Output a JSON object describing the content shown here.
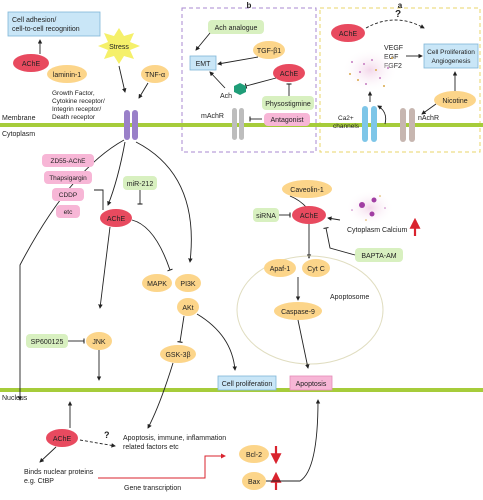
{
  "panels": {
    "b": "b",
    "a": "a"
  },
  "membrane": {
    "label": "Membrane",
    "cytoplasm": "Cytoplasm",
    "nucleus": "Nucleus"
  },
  "top_left": {
    "cell_adhesion": [
      "Cell adhesion/",
      "cell-to-cell recognition"
    ],
    "ache": "AChE",
    "laminin": "laminin-1",
    "stress": "Stress",
    "tnf": "TNF-α",
    "receptor_label": [
      "Growth Factor,",
      "Cytokine receptor/",
      "Integrin receptor/",
      "Death receptor"
    ]
  },
  "panel_b": {
    "ach_analogue": "Ach analogue",
    "tgf": "TGF-β1",
    "ache": "AChE",
    "emt": "EMT",
    "ach": "Ach",
    "physostigmine": "Physostigmine",
    "antagonist": "Antagonist",
    "machr": "mAchR"
  },
  "panel_a": {
    "ache": "AChE",
    "question": "?",
    "factors": [
      "VEGF",
      "EGF",
      "FGF2"
    ],
    "cell_prolif": [
      "Cell Proliferation",
      "Angiogenesis"
    ],
    "nicotine": "Nicotine",
    "ca2": [
      "Ca2+",
      "channels"
    ],
    "nachr": "nAchR"
  },
  "left_middle": {
    "zd55": "ZD55-AChE",
    "thapsigargin": "Thapsigargin",
    "cddp": "CDDP",
    "etc": "etc",
    "mir": "miR-212",
    "ache": "AChE",
    "mapk": "MAPK",
    "pi3k": "PI3K",
    "akt": "AKt",
    "sp": "SP600125",
    "jnk": "JNK",
    "gsk": "GSK-3β",
    "cell_prolif": "Cell proliferation"
  },
  "right_middle": {
    "caveolin": "Caveolin-1",
    "sirna": "siRNA",
    "ache": "AChE",
    "cyto_calcium": "Cytoplasm Calcium",
    "bapta": "BAPTA-AM",
    "apaf": "Apaf-1",
    "cytc": "Cyt C",
    "apoptosome": "Apoptosome",
    "caspase": "Caspase-9",
    "apoptosis": "Apoptosis"
  },
  "nucleus_region": {
    "ache": "AChE",
    "question": "?",
    "factors": [
      "Apoptosis, immune, inflammation",
      "related factors etc"
    ],
    "binds": [
      "Binds nuclear proteins",
      "e.g. CtBP"
    ],
    "gene_transcription": "Gene transcription",
    "bcl2": "Bcl-2",
    "bax": "Bax"
  },
  "colors": {
    "membrane": "#a6cc3a",
    "orange": "#fcd58a",
    "red": "#e84a5f",
    "pink": "#f7b6d6",
    "green_box": "#d8f0c0",
    "blue_box": "#c9e6f7",
    "dashed_purple": "#a98ad0",
    "dashed_yellow": "#e8d46a",
    "arrow_red": "#d9232e"
  }
}
